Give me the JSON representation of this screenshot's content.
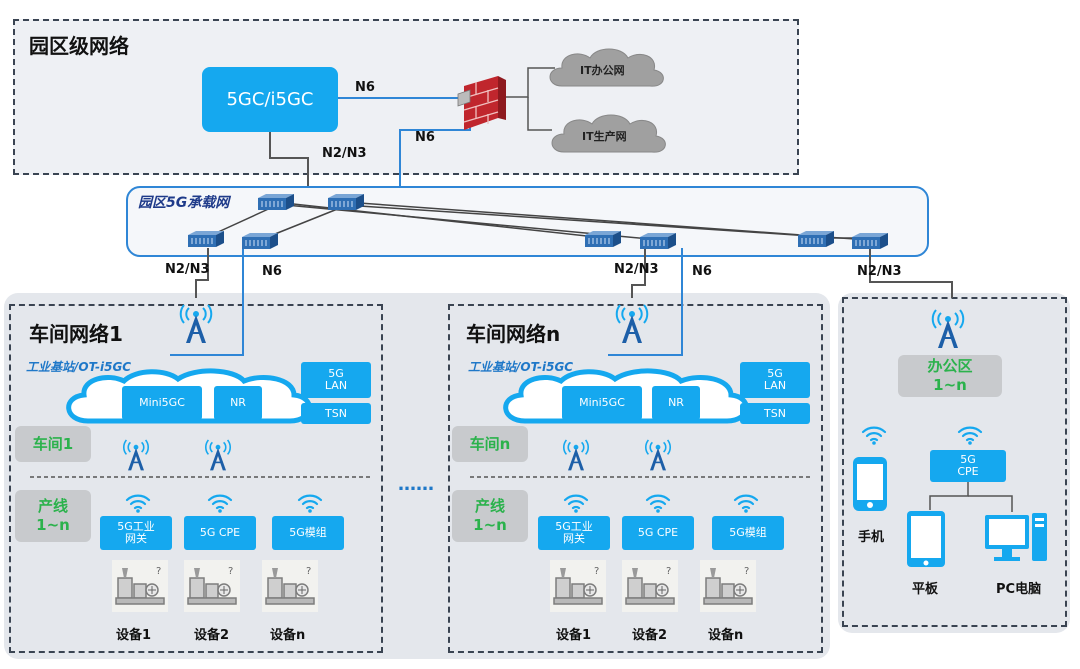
{
  "campus": {
    "title": "园区级网络",
    "core": "5GC/i5GC",
    "clouds": [
      "IT办公网",
      "IT生产网"
    ],
    "link_n6_top": "N6",
    "link_n6_mid": "N6",
    "link_n2n3_top": "N2/N3"
  },
  "bearer": {
    "title": "园区5G承载网",
    "links": [
      {
        "n2n3": "N2/N3",
        "n6": "N6"
      },
      {
        "n2n3": "N2/N3",
        "n6": "N6"
      },
      {
        "n2n3": "N2/N3"
      }
    ]
  },
  "workshops": [
    {
      "title": "车间网络1",
      "subtitle": "工业基站/OT-i5GC",
      "cloud_boxes": [
        "Mini5GC",
        "NR"
      ],
      "side_boxes": [
        "5G\nLAN",
        "TSN"
      ],
      "area_tag": "车间1",
      "line_tag": "产线\n1~n",
      "terminals": [
        "5G工业\n网关",
        "5G CPE",
        "5G模组"
      ],
      "devices": [
        "设备1",
        "设备2",
        "设备n"
      ]
    },
    {
      "title": "车间网络n",
      "subtitle": "工业基站/OT-i5GC",
      "cloud_boxes": [
        "Mini5GC",
        "NR"
      ],
      "side_boxes": [
        "5G\nLAN",
        "TSN"
      ],
      "area_tag": "车间n",
      "line_tag": "产线\n1~n",
      "terminals": [
        "5G工业\n网关",
        "5G CPE",
        "5G模组"
      ],
      "devices": [
        "设备1",
        "设备2",
        "设备n"
      ]
    }
  ],
  "ellipsis": "……",
  "office": {
    "tag": "办公区\n1~n",
    "cpe": "5G\nCPE",
    "devices": [
      "手机",
      "平板",
      "PC电脑"
    ]
  },
  "colors": {
    "accent_blue": "#15a8ef",
    "line_blue": "#2f86d6",
    "green_text": "#2bb24c",
    "dashed_border": "#3a4452"
  }
}
